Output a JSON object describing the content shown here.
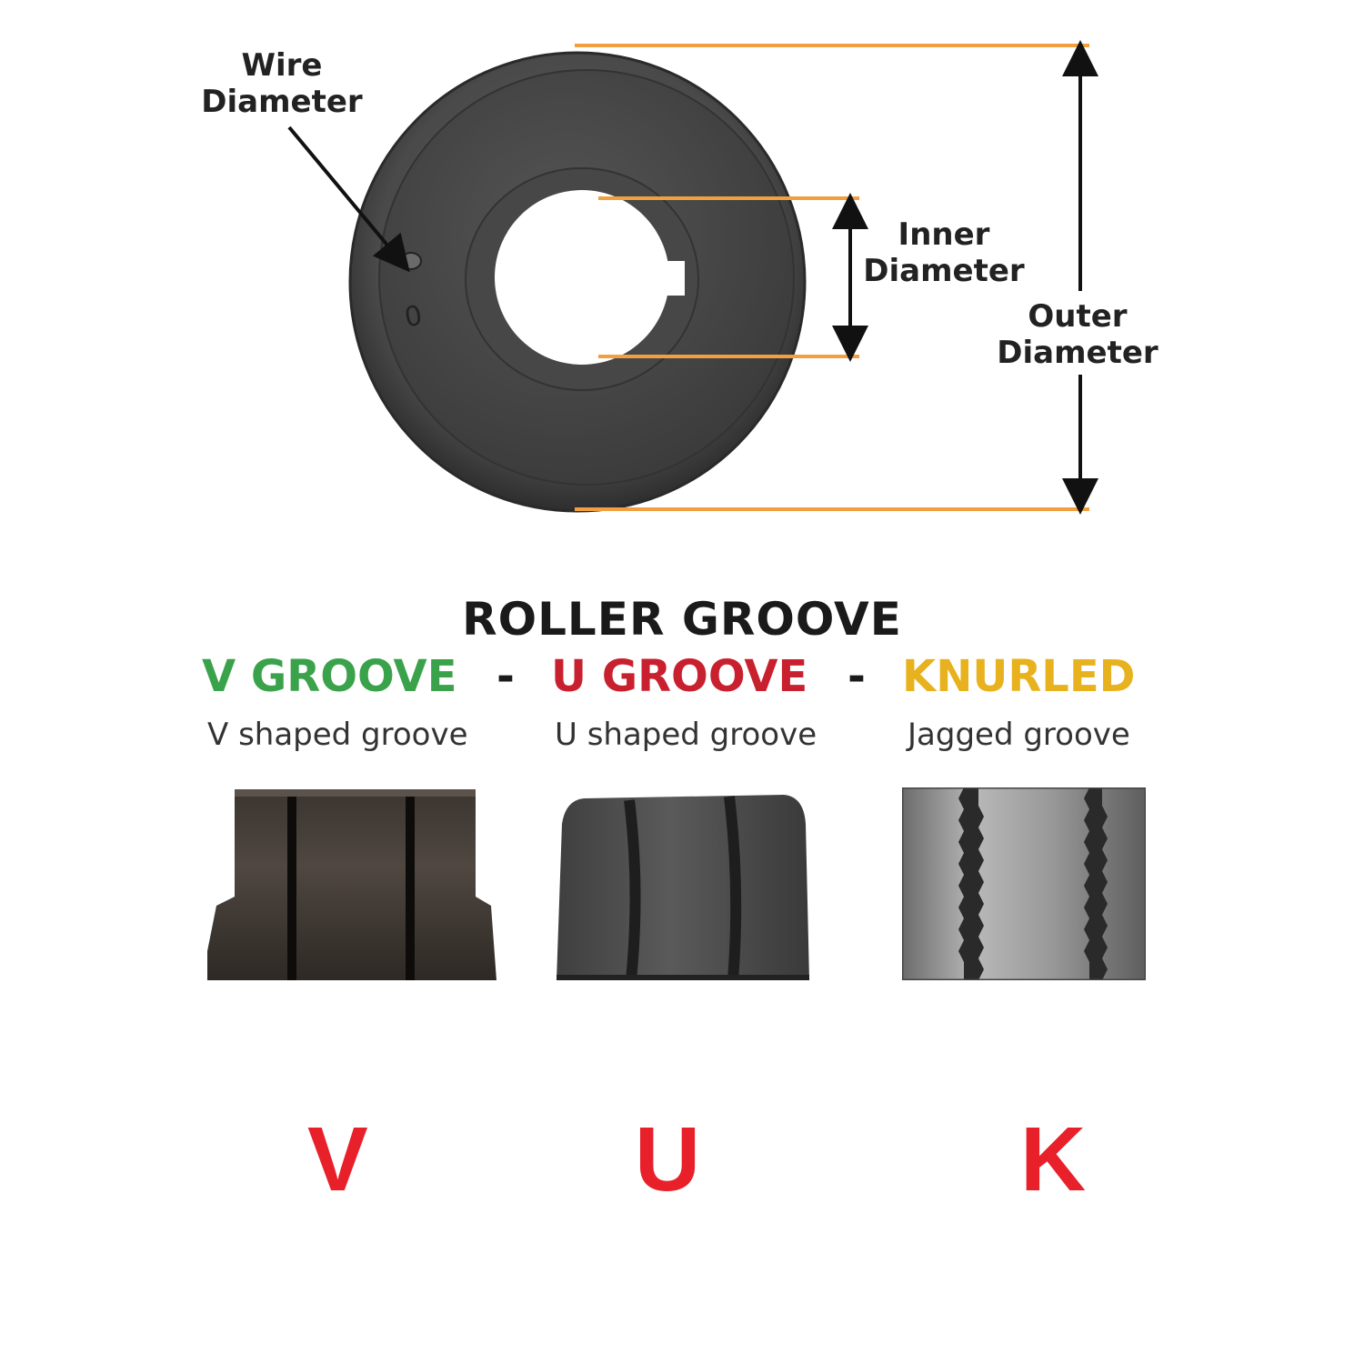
{
  "labels": {
    "wire_diameter": [
      "Wire",
      "Diameter"
    ],
    "inner_diameter": [
      "Inner",
      "Diameter"
    ],
    "outer_diameter": [
      "Outer",
      "Diameter"
    ]
  },
  "roller": {
    "marking": "0"
  },
  "section_title": "ROLLER GROOVE",
  "separator": "-",
  "grooves": [
    {
      "name": "V GROOVE",
      "color": "#3aa24a",
      "description": "V shaped groove",
      "letter": "V"
    },
    {
      "name": "U GROOVE",
      "color": "#c8202e",
      "description": "U shaped groove",
      "letter": "U"
    },
    {
      "name": "KNURLED",
      "color": "#e8b21e",
      "description": "Jagged groove",
      "letter": "K"
    }
  ],
  "colors": {
    "dimension_line": "#f0a040",
    "letter": "#e8202a",
    "roller_metal": "#4a4a4a"
  }
}
